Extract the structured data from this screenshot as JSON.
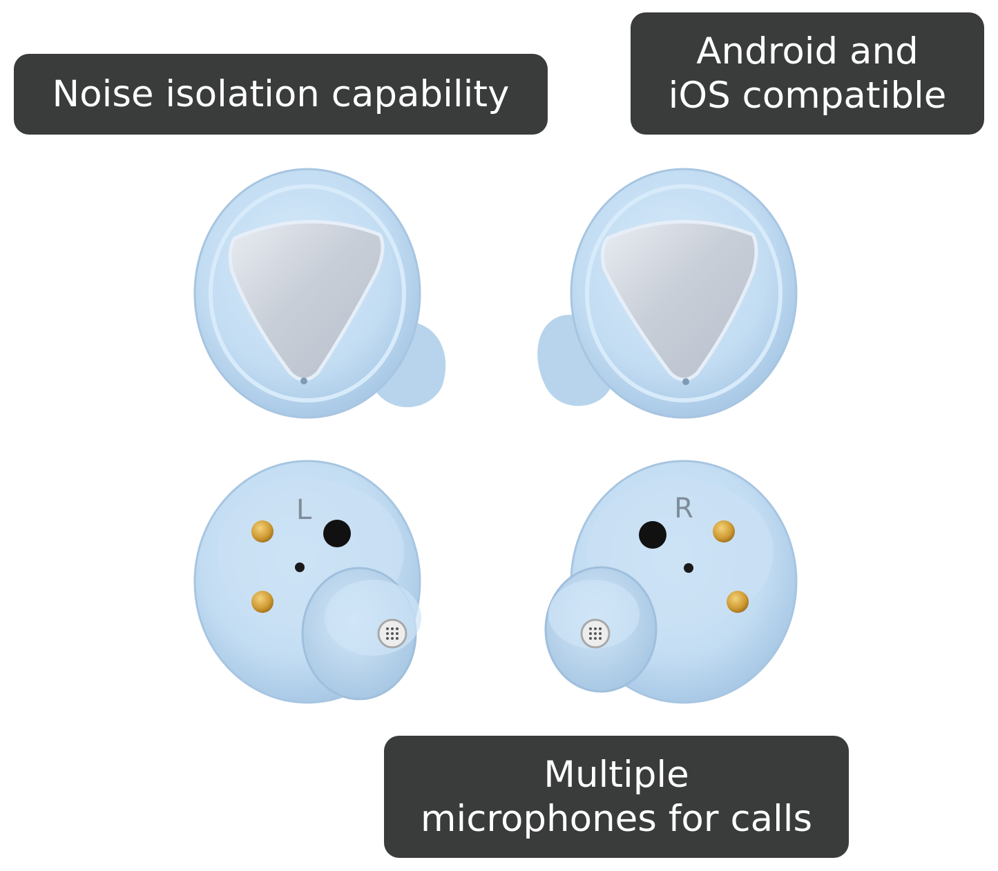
{
  "callouts": {
    "noise": "Noise isolation capability",
    "compat_line1": "Android and",
    "compat_line2": "iOS compatible",
    "mic_line1": "Multiple",
    "mic_line2": "microphones for calls"
  },
  "earbuds": {
    "left_label": "L",
    "right_label": "R"
  },
  "colors": {
    "callout_bg": "#3a3b3b",
    "earbud_blue": "#c4def3",
    "touchpad_silver": "#d5d9e0",
    "contact_gold": "#d4a33a"
  }
}
